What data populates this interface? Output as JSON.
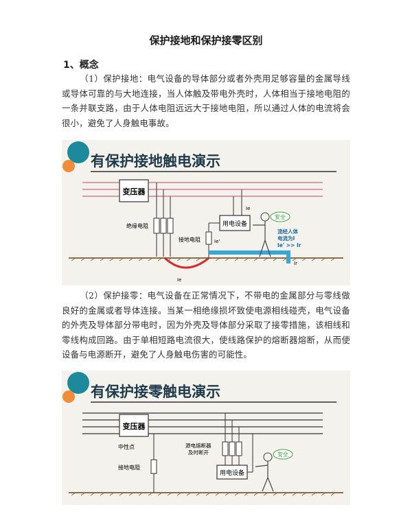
{
  "document": {
    "title": "保护接地和保护接零区别",
    "section_heading": "1、概念",
    "paragraph1": "（1）保护接地：电气设备的导体部分或者外壳用足够容量的金属导线或导体可靠的与大地连接，当人体触及带电外壳时，人体相当于接地电阻的一条并联支路，由于人体电阻远远大于接地电阻，所以通过人体的电流将会很小，避免了人身触电事故。",
    "paragraph2": "（2）保护接零：电气设备在正常情况下，不带电的金属部分与零线做良好的金属或者导体连接。当某一相绝缘损坏致使电源相线碰壳，电气设备的外壳及导体部分带电时，因为外壳及导体部分采取了接零措施，该相线和零线构成回路。由于单相短路电流很大，使线路保护的熔断器熔断，从而使设备与电源断开，避免了人身触电伤害的可能性。"
  },
  "figure1": {
    "heading": "有保护接地触电演示",
    "transformer": "变压器",
    "insulation_resistance": "绝缘电阻",
    "ground_resistance": "接地电阻",
    "device": "用电设备",
    "safe": "安全",
    "current_note_line1": "流经人体",
    "current_note_line2": "电流为I",
    "current_note_line3": "Ie' >> Ir",
    "label_ie": "Ie",
    "label_ie_prime": "Ie'",
    "label_ir": "Ir",
    "label_ie_bottom": "Ie"
  },
  "figure2": {
    "heading": "有保护接零触电演示",
    "transformer": "变压器",
    "neutral_point": "中性点",
    "ground_resistance": "接地电阻",
    "fuse_line1": "源电熔断器",
    "fuse_line2": "及时断开",
    "device": "用电设备",
    "safe": "安全"
  },
  "colors": {
    "figure_bg": "#f4f2ec",
    "line_red": "#d9667a",
    "ground_brown": "#8a6d4a",
    "circle_teal": "#1d8a9c",
    "circle_orange": "#f28c38",
    "arrow_blue": "#3aa6d8",
    "arrow_red": "#d62b2b",
    "safe_green": "#3ca83c"
  }
}
